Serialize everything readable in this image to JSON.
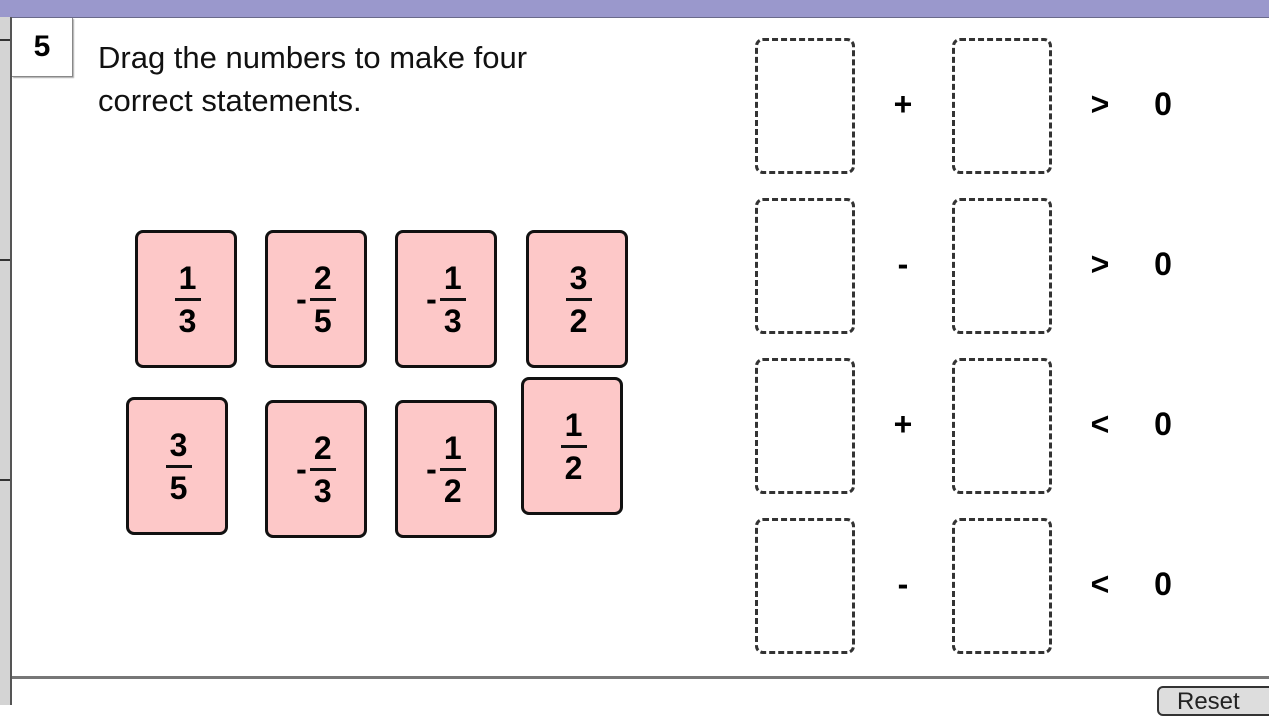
{
  "question": {
    "number": "5",
    "prompt": "Drag the numbers to make four correct statements."
  },
  "cards": [
    {
      "sign": "",
      "num": "1",
      "den": "3"
    },
    {
      "sign": "-",
      "num": "2",
      "den": "5"
    },
    {
      "sign": "-",
      "num": "1",
      "den": "3"
    },
    {
      "sign": "",
      "num": "3",
      "den": "2"
    },
    {
      "sign": "",
      "num": "3",
      "den": "5"
    },
    {
      "sign": "-",
      "num": "2",
      "den": "3"
    },
    {
      "sign": "-",
      "num": "1",
      "den": "2"
    },
    {
      "sign": "",
      "num": "1",
      "den": "2"
    }
  ],
  "statements": [
    {
      "op": "+",
      "rel": ">",
      "rhs": "0"
    },
    {
      "op": "-",
      "rel": ">",
      "rhs": "0"
    },
    {
      "op": "+",
      "rel": "<",
      "rhs": "0"
    },
    {
      "op": "-",
      "rel": "<",
      "rhs": "0"
    }
  ],
  "reset_label": "Reset",
  "colors": {
    "card": "#fdc8c8",
    "header": "#9a98cc"
  }
}
